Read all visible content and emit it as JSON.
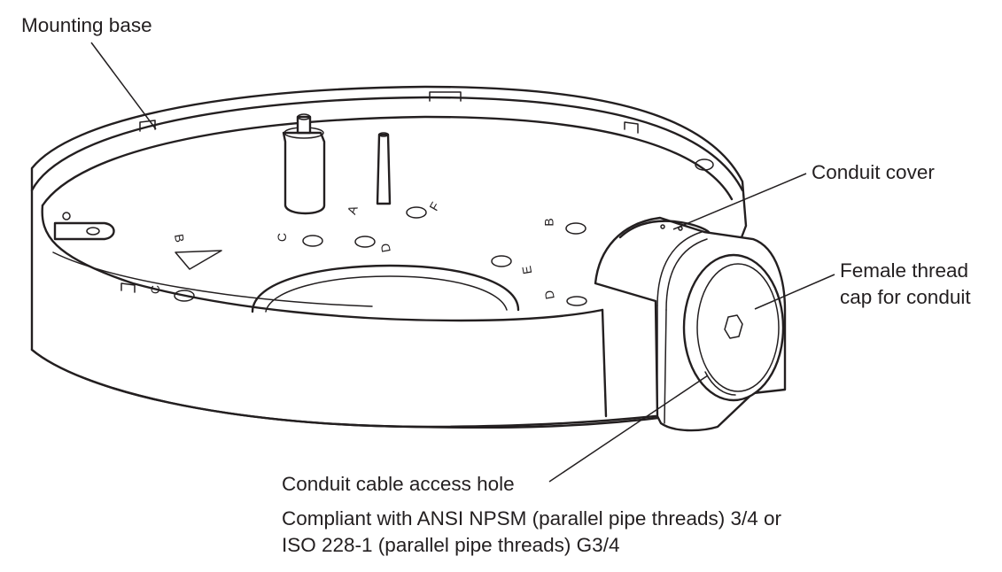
{
  "labels": {
    "mounting_base": "Mounting base",
    "conduit_cover": "Conduit cover",
    "female_thread_line1": "Female thread",
    "female_thread_line2": "cap for conduit",
    "access_hole": "Conduit cable access hole",
    "compliance_line1": "Compliant with ANSI NPSM (parallel pipe threads) 3/4 or",
    "compliance_line2": "ISO 228-1 (parallel pipe threads) G3/4"
  },
  "hole_marks": [
    "A",
    "F",
    "B",
    "C",
    "D",
    "E",
    "D",
    "C",
    "B"
  ]
}
